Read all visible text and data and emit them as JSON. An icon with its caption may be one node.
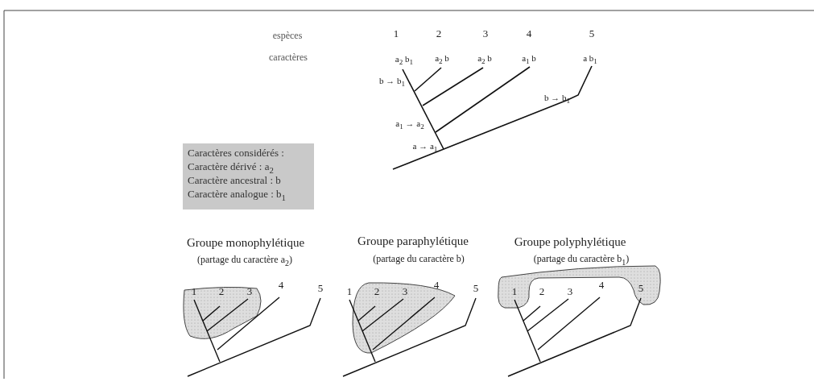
{
  "diagram": {
    "nodes": [
      {
        "text": [
          "Caractères considérés :",
          "Caractère dérivé : a$_{2}$",
          "Caractère ancestral : b",
          "Caractère analogue : b$_{1}$"
        ]
      }
    ],
    "labels": [
      "espèces",
      "1",
      "2",
      "3",
      "4",
      "5",
      "caractères",
      "a$_{2}$ b$_{1}$",
      "a$_{2}$ b",
      "a$_{2}$ b",
      "a$_{1}$ b",
      "a b$_{1}$",
      "b → b$_{1}$",
      "b → b$_{1}$",
      "a$_{1}$ → a$_{2}$",
      "a → a$_{1}$",
      "Groupe monophylétique",
      "Groupe paraphylétique",
      "Groupe polyphylétique",
      "(partage du caractère a$_{2}$)",
      "(partage du caractère b)",
      "(partage du caractère b$_{1}$)",
      "1",
      "2",
      "3",
      "4",
      "5",
      "1",
      "2",
      "3",
      "4",
      "5",
      "1",
      "2",
      "3",
      "4",
      "5"
    ]
  }
}
